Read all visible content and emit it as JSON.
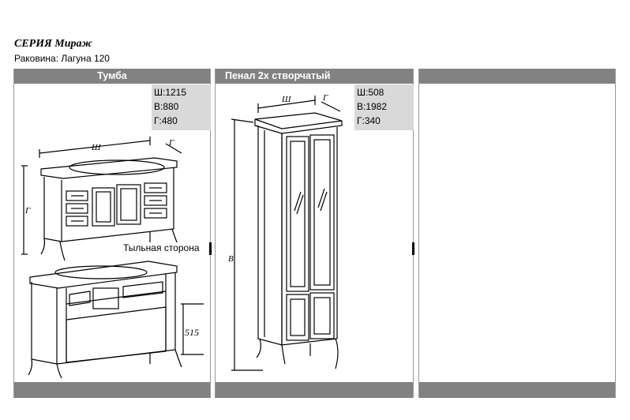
{
  "header": {
    "series": "СЕРИЯ Мираж",
    "sink": "Раковина: Лагуна 120"
  },
  "columns": [
    {
      "title": "Тумба",
      "dims": [
        "Ш:1215",
        "В:880",
        "Г:480"
      ],
      "back_label": "Тыльная сторона",
      "height_marker": "515",
      "drawing_labels": [
        "Ш",
        "Г",
        "Г"
      ]
    },
    {
      "title": "Пенал 2х створчатый",
      "dims": [
        "Ш:508",
        "В:1982",
        "Г:340"
      ],
      "drawing_labels": [
        "Ш",
        "Г",
        "В"
      ]
    },
    {
      "title": ""
    }
  ]
}
